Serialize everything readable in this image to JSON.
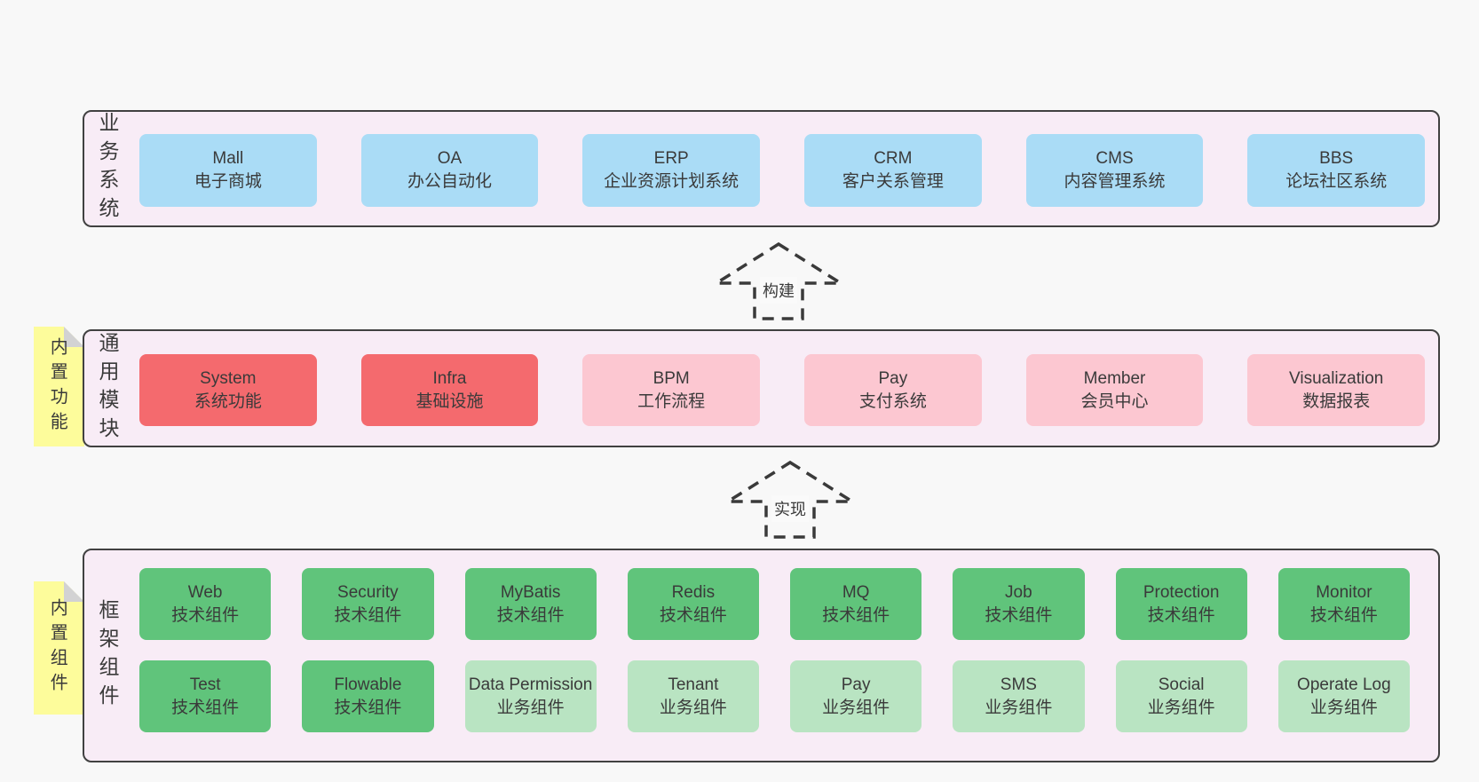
{
  "colors": {
    "page_bg": "#f8f8f8",
    "band_bg": "#f8ecf6",
    "band_border": "#414141",
    "text": "#3a3a3a",
    "blue": "#aadcf6",
    "red": "#f46a6e",
    "pink": "#fcc7d1",
    "green": "#60c47b",
    "green_light": "#b9e4c2",
    "sticky_yellow": "#fdfc9b",
    "sticky_fold": "#d2d2d3"
  },
  "bands": [
    {
      "label": "业务系统",
      "rows": [
        {
          "boxes": [
            {
              "title": "Mall",
              "subtitle": "电子商城",
              "variant": "blue"
            },
            {
              "title": "OA",
              "subtitle": "办公自动化",
              "variant": "blue"
            },
            {
              "title": "ERP",
              "subtitle": "企业资源计划系统",
              "variant": "blue"
            },
            {
              "title": "CRM",
              "subtitle": "客户关系管理",
              "variant": "blue"
            },
            {
              "title": "CMS",
              "subtitle": "内容管理系统",
              "variant": "blue"
            },
            {
              "title": "BBS",
              "subtitle": "论坛社区系统",
              "variant": "blue"
            }
          ]
        }
      ]
    },
    {
      "label": "通用模块",
      "sticky": "内置功能",
      "rows": [
        {
          "boxes": [
            {
              "title": "System",
              "subtitle": "系统功能",
              "variant": "red"
            },
            {
              "title": "Infra",
              "subtitle": "基础设施",
              "variant": "red"
            },
            {
              "title": "BPM",
              "subtitle": "工作流程",
              "variant": "pink"
            },
            {
              "title": "Pay",
              "subtitle": "支付系统",
              "variant": "pink"
            },
            {
              "title": "Member",
              "subtitle": "会员中心",
              "variant": "pink"
            },
            {
              "title": "Visualization",
              "subtitle": "数据报表",
              "variant": "pink"
            }
          ]
        }
      ]
    },
    {
      "label": "框架组件",
      "sticky": "内置组件",
      "rows": [
        {
          "boxes": [
            {
              "title": "Web",
              "subtitle": "技术组件",
              "variant": "green"
            },
            {
              "title": "Security",
              "subtitle": "技术组件",
              "variant": "green"
            },
            {
              "title": "MyBatis",
              "subtitle": "技术组件",
              "variant": "green"
            },
            {
              "title": "Redis",
              "subtitle": "技术组件",
              "variant": "green"
            },
            {
              "title": "MQ",
              "subtitle": "技术组件",
              "variant": "green"
            },
            {
              "title": "Job",
              "subtitle": "技术组件",
              "variant": "green"
            },
            {
              "title": "Protection",
              "subtitle": "技术组件",
              "variant": "green"
            },
            {
              "title": "Monitor",
              "subtitle": "技术组件",
              "variant": "green"
            }
          ]
        },
        {
          "boxes": [
            {
              "title": "Test",
              "subtitle": "技术组件",
              "variant": "green"
            },
            {
              "title": "Flowable",
              "subtitle": "技术组件",
              "variant": "green"
            },
            {
              "title": "Data Permission",
              "subtitle": "业务组件",
              "variant": "green_light"
            },
            {
              "title": "Tenant",
              "subtitle": "业务组件",
              "variant": "green_light"
            },
            {
              "title": "Pay",
              "subtitle": "业务组件",
              "variant": "green_light"
            },
            {
              "title": "SMS",
              "subtitle": "业务组件",
              "variant": "green_light"
            },
            {
              "title": "Social",
              "subtitle": "业务组件",
              "variant": "green_light"
            },
            {
              "title": "Operate Log",
              "subtitle": "业务组件",
              "variant": "green_light"
            }
          ]
        }
      ]
    }
  ],
  "arrows": [
    {
      "label": "构建"
    },
    {
      "label": "实现"
    }
  ]
}
